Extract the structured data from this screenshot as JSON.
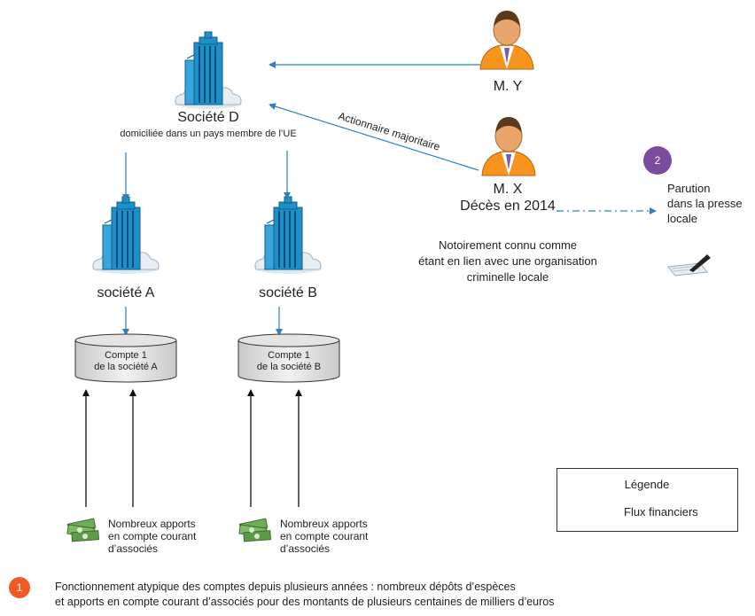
{
  "nodes": {
    "societe_d": {
      "name": "Société D",
      "subtitle": "domiciliée dans un pays membre de l’UE"
    },
    "societe_a": {
      "name": "société A"
    },
    "societe_b": {
      "name": "société B"
    },
    "m_y": {
      "name": "M. Y"
    },
    "m_x": {
      "name": "M. X",
      "death": "Décès en 2014",
      "note_lines": [
        "Notoirement connu comme",
        "étant en lien avec une organisation",
        "criminelle locale"
      ]
    },
    "account_a": {
      "line1": "Compte 1",
      "line2": "de la société A"
    },
    "account_b": {
      "line1": "Compte 1",
      "line2": "de la société B"
    },
    "press": {
      "number": "2",
      "lines": [
        "Parution",
        "dans la presse",
        "locale"
      ]
    },
    "contrib_a": {
      "lines": [
        "Nombreux apports",
        "en compte courant",
        "d’associés"
      ]
    },
    "contrib_b": {
      "lines": [
        "Nombreux apports",
        "en compte courant",
        "d’associés"
      ]
    }
  },
  "edges": {
    "majority_label": "Actionnaire majoritaire"
  },
  "legend": {
    "title": "Légende",
    "flow_label": "Flux financiers"
  },
  "footnote": {
    "number": "1",
    "line1": "Fonctionnement atypique des comptes depuis plusieurs années : nombreux dépôts d’espèces",
    "line2": "et apports en compte courant d’associés pour des montants de plusieurs centaines de milliers d’euros"
  },
  "colors": {
    "arrow_blue": "#2f7fc1",
    "building_blue": "#1d8fc9",
    "badge_purple": "#7d4b9e",
    "badge_orange": "#f15a24",
    "money_green": "#5f9a4c"
  }
}
